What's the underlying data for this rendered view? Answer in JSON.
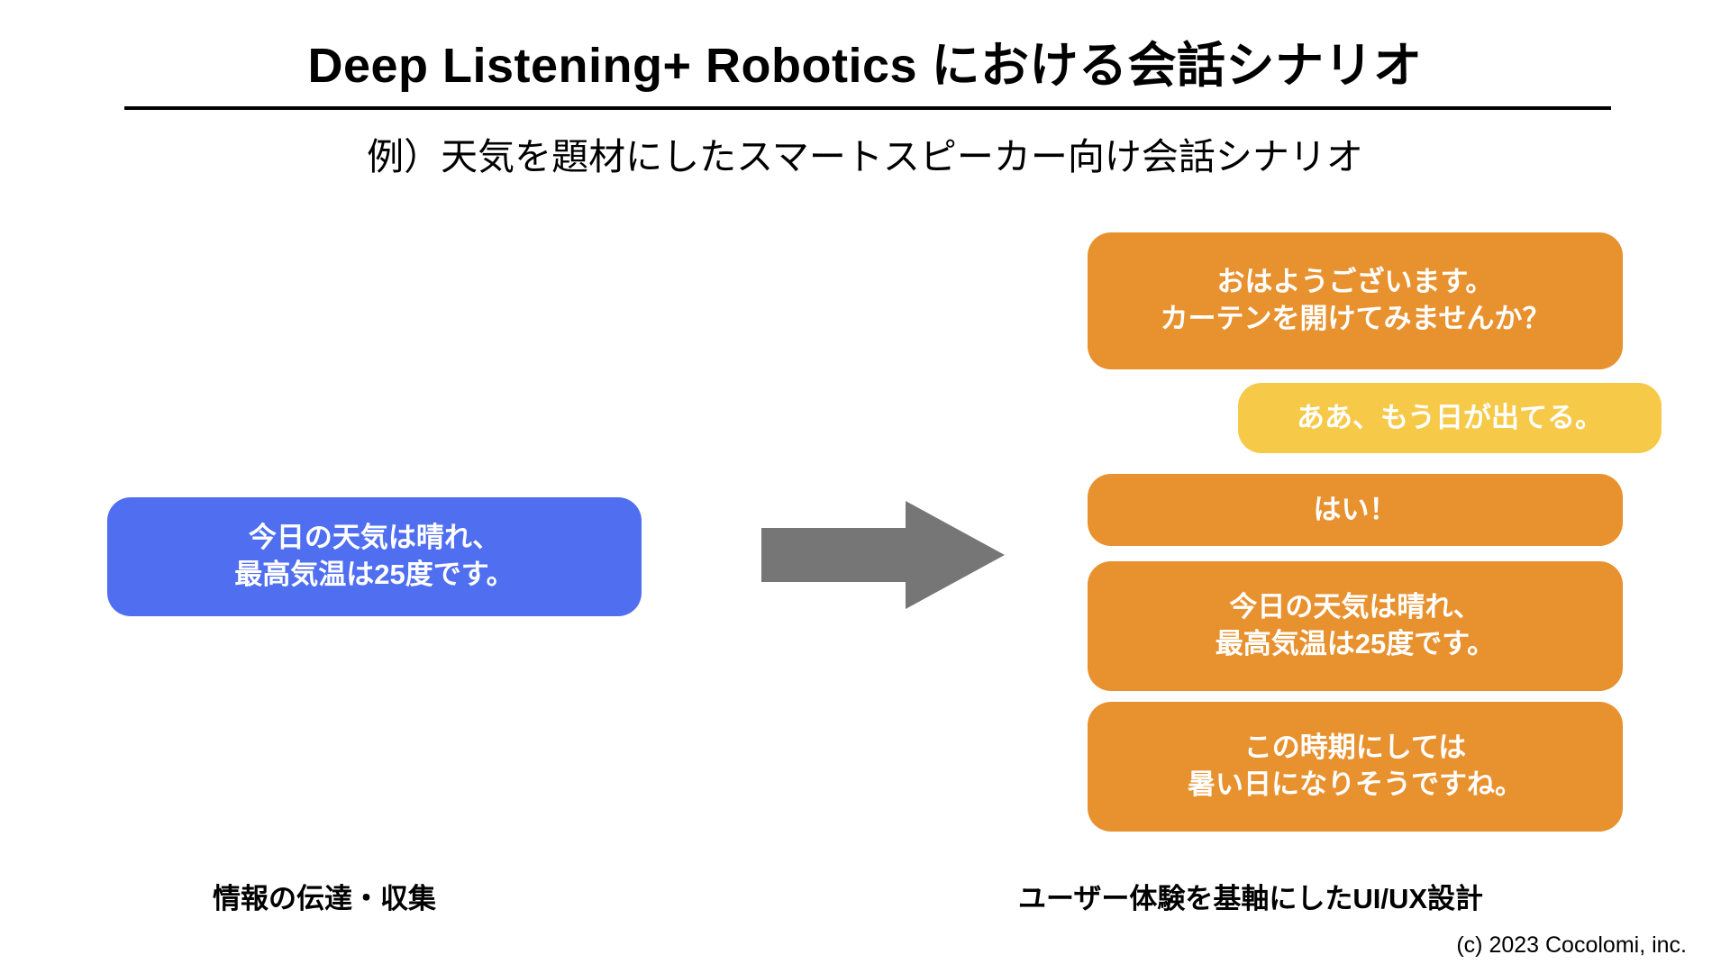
{
  "slide": {
    "title": "Deep Listening+ Robotics における会話シナリオ",
    "subtitle": "例）天気を題材にしたスマートスピーカー向け会話シナリオ",
    "background_color": "#FFFFFF"
  },
  "left_column": {
    "bubble": {
      "text": "今日の天気は晴れ、\n最高気温は25度です。",
      "color": "#4F6EF0",
      "text_color": "#FFFFFF",
      "speaker": "system"
    },
    "caption": "情報の伝達・収集"
  },
  "arrow": {
    "name": "right-arrow",
    "color": "#767676"
  },
  "right_column": {
    "caption": "ユーザー体験を基軸にしたUI/UX設計",
    "bubbles": [
      {
        "text": "おはようございます。\nカーテンを開けてみませんか？",
        "color": "#E8912F",
        "text_color": "#FFFFFF",
        "speaker": "system"
      },
      {
        "text": "ああ、もう日が出てる。",
        "color": "#F7C948",
        "text_color": "#FFFFFF",
        "speaker": "user"
      },
      {
        "text": "はい！",
        "color": "#E8912F",
        "text_color": "#FFFFFF",
        "speaker": "system"
      },
      {
        "text": "今日の天気は晴れ、\n最高気温は25度です。",
        "color": "#E8912F",
        "text_color": "#FFFFFF",
        "speaker": "system"
      },
      {
        "text": "この時期にしては\n暑い日になりそうですね。",
        "color": "#E8912F",
        "text_color": "#FFFFFF",
        "speaker": "system"
      }
    ]
  },
  "footer": {
    "copyright": "(c) 2023 Cocolomi, inc."
  }
}
